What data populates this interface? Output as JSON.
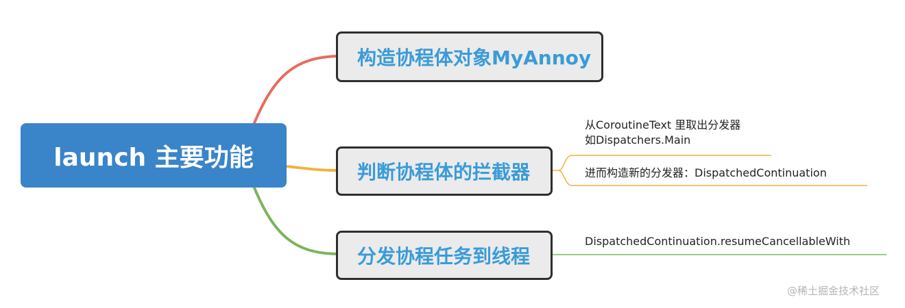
{
  "root": {
    "label": "launch 主要功能"
  },
  "branches": [
    {
      "label": "构造协程体对象MyAnnoy",
      "color": "#e86c5d"
    },
    {
      "label": "判断协程体的拦截器",
      "color": "#f2b23c"
    },
    {
      "label": "分发协程任务到线程",
      "color": "#7ab55c"
    }
  ],
  "leaves": {
    "interceptor_1": {
      "line1": "从CoroutineText 里取出分发器",
      "line2": "如Dispatchers.Main"
    },
    "interceptor_2": "进而构造新的分发器：DispatchedContinuation",
    "dispatch_1": "DispatchedContinuation.resumeCancellableWith"
  },
  "watermark": "@稀土掘金技术社区"
}
